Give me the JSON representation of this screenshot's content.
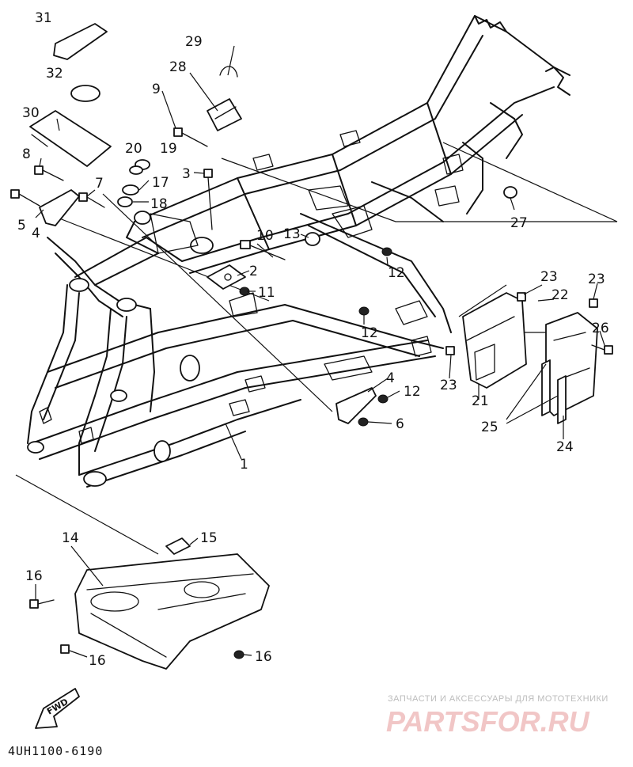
{
  "callouts": [
    "31",
    "32",
    "30",
    "29",
    "28",
    "9",
    "20",
    "19",
    "8",
    "3",
    "17",
    "18",
    "7",
    "5",
    "4",
    "10",
    "13",
    "2",
    "11",
    "12",
    "12",
    "27",
    "23",
    "23",
    "22",
    "26",
    "12",
    "4",
    "6",
    "21",
    "23",
    "25",
    "24",
    "1",
    "14",
    "15",
    "16",
    "16",
    "16"
  ],
  "diagram_code": "4UH1100-6190",
  "fwd_label": "FWD",
  "watermark": {
    "tagline": "ЗАПЧАСТИ И АКСЕССУАРЫ ДЛЯ МОТОТЕХНИКИ",
    "brand": "PARTSFOR.RU"
  }
}
